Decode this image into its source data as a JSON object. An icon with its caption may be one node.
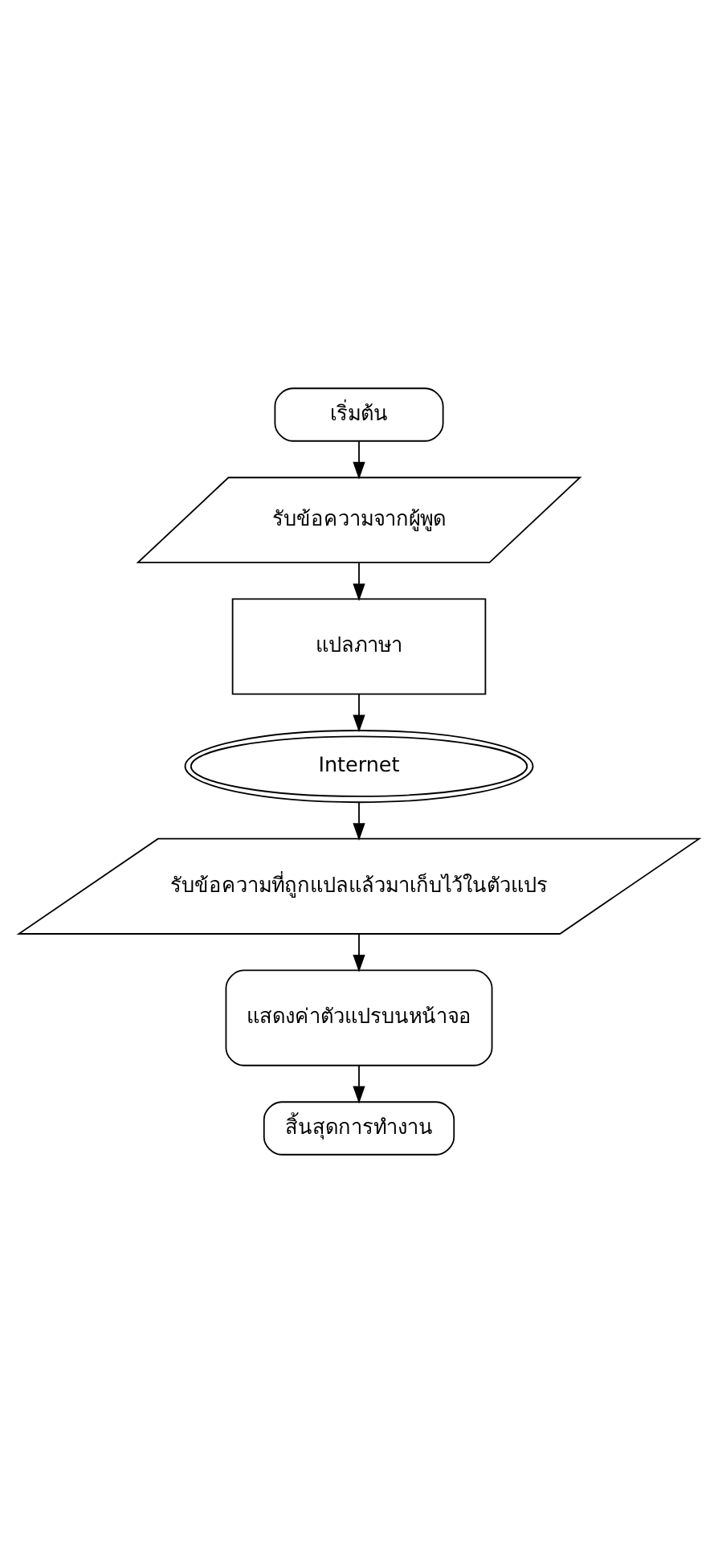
{
  "diagram": {
    "nodes": [
      {
        "text": [
          "เริ่มต้น"
        ]
      },
      {
        "text": [
          "รับข้อความจากผู้พูด"
        ]
      },
      {
        "text": [
          "แปลภาษา"
        ]
      },
      {
        "text": [
          "Internet"
        ]
      },
      {
        "text": [
          "รับข้อความที่ถูกแปลแล้วมาเก็บไว้ในตัวแปร"
        ]
      },
      {
        "text": [
          "แสดงค่าตัวแปรบนหน้าจอ"
        ]
      },
      {
        "text": [
          "สิ้นสุดการทำงาน"
        ]
      }
    ],
    "edges": [
      {
        "from": 0,
        "to": 1,
        "arrow": "to"
      },
      {
        "from": 1,
        "to": 2,
        "arrow": "to"
      },
      {
        "from": 2,
        "to": 3,
        "arrow": "to"
      },
      {
        "from": 3,
        "to": 4,
        "arrow": "to"
      },
      {
        "from": 4,
        "to": 5,
        "arrow": "to"
      },
      {
        "from": 5,
        "to": 6,
        "arrow": "to"
      }
    ]
  }
}
